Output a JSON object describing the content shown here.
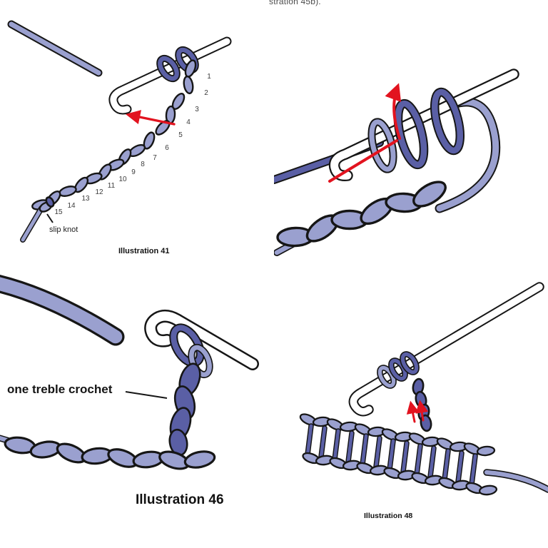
{
  "page": {
    "top_caption": "stration 45b)."
  },
  "colors": {
    "yarn_light": "#9aa0cf",
    "yarn_dark": "#5a5fa5",
    "outline": "#161616",
    "arrow_red": "#e2131f"
  },
  "panels": {
    "p1": {
      "caption": "Illustration 41",
      "slip_knot_label": "slip knot",
      "stitch_numbers": [
        "1",
        "2",
        "3",
        "4",
        "5",
        "6",
        "7",
        "8",
        "9",
        "10",
        "11",
        "12",
        "13",
        "14",
        "15"
      ]
    },
    "p3": {
      "caption": "Illustration 46",
      "stitch_label": "one treble crochet"
    },
    "p4": {
      "caption": "Illustration 48"
    }
  }
}
